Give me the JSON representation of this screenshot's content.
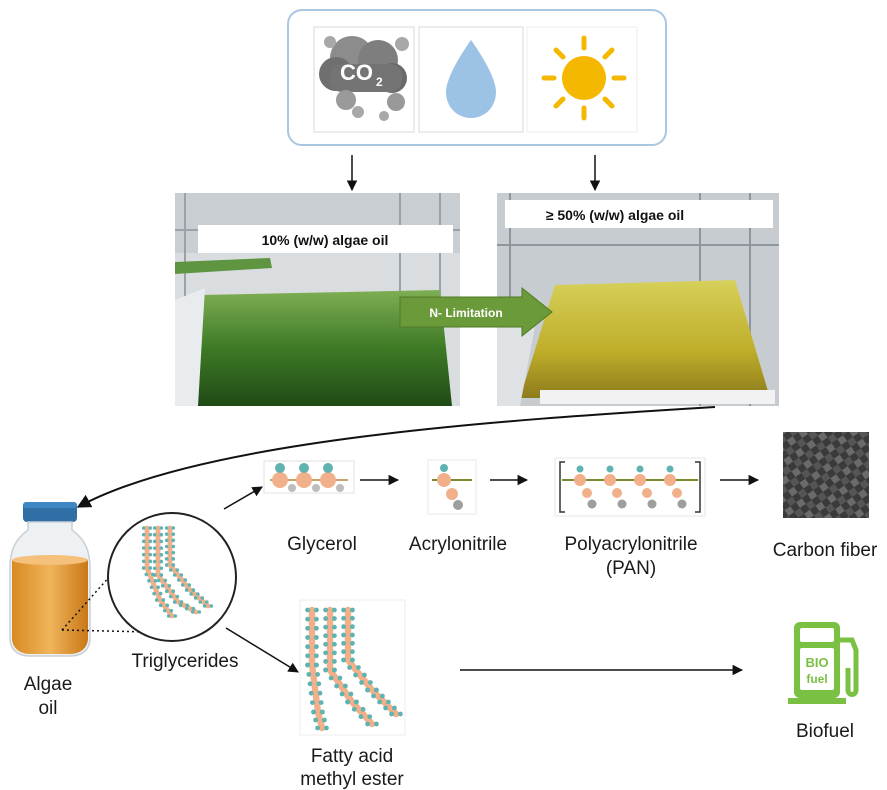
{
  "inputs": {
    "co2_text": "CO",
    "co2_subscript": "2",
    "co2_icon": "co2-cloud-icon",
    "water_icon": "water-drop-icon",
    "sun_icon": "sun-icon"
  },
  "photos": {
    "left_banner": "10% (w/w) algae oil",
    "right_banner": "≥ 50% (w/w) algae oil",
    "arrow_label": "N- Limitation"
  },
  "labels": {
    "algae_oil_line1": "Algae",
    "algae_oil_line2": "oil",
    "triglycerides": "Triglycerides",
    "glycerol": "Glycerol",
    "acrylonitrile": "Acrylonitrile",
    "pan_line1": "Polyacrylonitrile",
    "pan_line2": "(PAN)",
    "carbon_fiber": "Carbon fiber",
    "fame_line1": "Fatty acid",
    "fame_line2": "methyl ester",
    "biofuel": "Biofuel",
    "bio_sign_line1": "BIO",
    "bio_sign_line2": "fuel"
  },
  "colors": {
    "frame_blue": "#a9c6e2",
    "algae_green": "#3f7d22",
    "algae_yellow": "#c7b52a",
    "arrow_green": "#6b9a3a",
    "oil_amber": "#e8a23a",
    "cap_blue": "#2f6fa6",
    "molecule_orange": "#f2b08a",
    "molecule_teal": "#5fb3b0",
    "sun_yellow": "#f5b800",
    "drop_blue": "#9cc3e6",
    "biofuel_green": "#7ac143"
  }
}
